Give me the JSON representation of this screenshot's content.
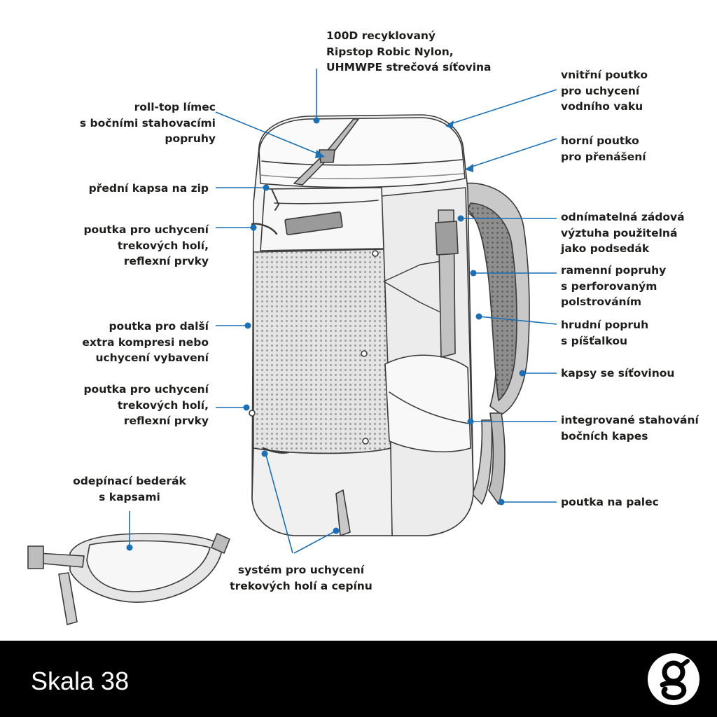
{
  "product_name": "Skala 38",
  "colors": {
    "accent": "#1a6fb5",
    "text": "#1d1d1b",
    "footer_bg": "#000000",
    "footer_text": "#ffffff"
  },
  "icons": {
    "brand_logo": "g-logo-icon"
  },
  "callouts": [
    {
      "id": "fabric",
      "text": "100D recyklovaný\nRipstop Robic Nylon,\nUHMWPE strečová síťovina"
    },
    {
      "id": "inner-loop",
      "text": "vnitřní poutko\npro uchycení\nvodního vaku"
    },
    {
      "id": "roll-top",
      "text": "roll-top límec\ns bočními stahovacími\npopruhy"
    },
    {
      "id": "top-handle",
      "text": "horní poutko\npro přenášení"
    },
    {
      "id": "zip-pocket",
      "text": "přední kapsa na zip"
    },
    {
      "id": "back-pad",
      "text": "odnímatelná zádová\nvýztuha použitelná\njako podsedák"
    },
    {
      "id": "pole-loops-top",
      "text": "poutka pro uchycení\ntrekových holí,\nreflexní prvky"
    },
    {
      "id": "shoulder-straps",
      "text": "ramenní popruhy\ns perforovaným\npolstrováním"
    },
    {
      "id": "compression-loops",
      "text": "poutka pro další\nextra kompresi nebo\nuchycení vybavení"
    },
    {
      "id": "chest-strap",
      "text": "hrudní popruh\ns píšťalkou"
    },
    {
      "id": "mesh-pockets",
      "text": "kapsy se síťovinou"
    },
    {
      "id": "pole-loops-bottom",
      "text": "poutka pro uchycení\ntrekových holí,\nreflexní prvky"
    },
    {
      "id": "side-cinch",
      "text": "integrované stahování\nbočních kapes"
    },
    {
      "id": "hipbelt",
      "text": "odepínací bederák\ns kapsami"
    },
    {
      "id": "thumb-loops",
      "text": "poutka na palec"
    },
    {
      "id": "pole-system",
      "text": "systém pro uchycení\ntrekových holí a cepínu"
    }
  ]
}
